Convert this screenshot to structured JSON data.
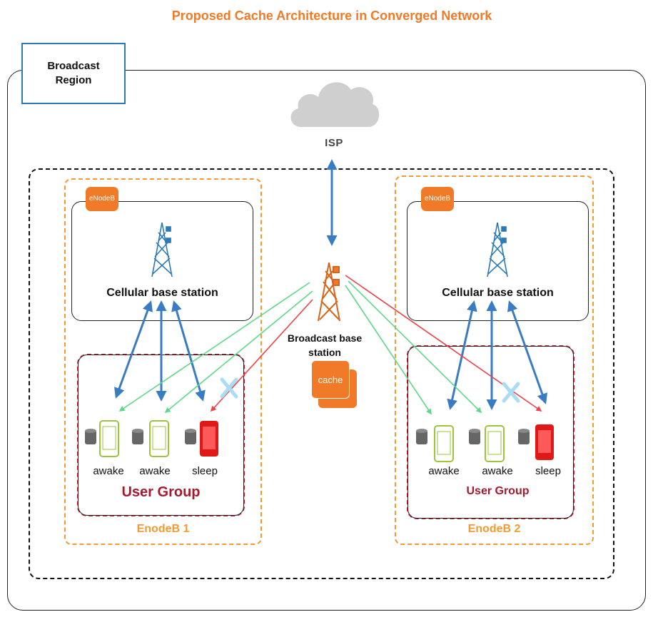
{
  "title": "Proposed Cache Architecture in Converged Network",
  "region_label": "Broadcast\nRegion",
  "isp_label": "ISP",
  "broadcast_station_label": "Broadcast base\nstation",
  "cache_label": "cache",
  "enodeb_badge": "eNodeB",
  "cell_station_label": "Cellular base station",
  "enodeb1": {
    "name": "EnodeB 1",
    "user_group": "User Group",
    "devices": [
      "awake",
      "awake",
      "sleep"
    ]
  },
  "enodeb2": {
    "name": "EnodeB 2",
    "user_group": "User Group",
    "devices": [
      "awake",
      "awake",
      "sleep"
    ]
  },
  "colors": {
    "accent_orange": "#f07a28",
    "link_blue": "#3a7cc4",
    "broadcast_green": "#5ed88a",
    "broadcast_red": "#f0404a",
    "awake_phone": "#9bc63a",
    "sleep_phone": "#e01818"
  }
}
